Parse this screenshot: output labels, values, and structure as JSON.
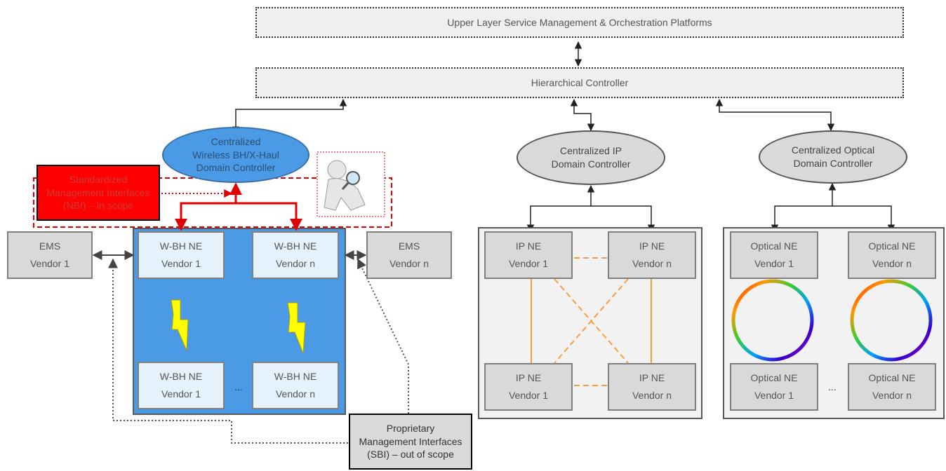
{
  "top": {
    "upper_layer": "Upper Layer Service Management & Orchestration Platforms",
    "hierarchical": "Hierarchical Controller"
  },
  "controllers": {
    "wireless": [
      "Centralized",
      "Wireless BH/X-Haul",
      "Domain Controller"
    ],
    "ip": [
      "Centralized IP",
      "Domain Controller"
    ],
    "optical": [
      "Centralized Optical",
      "Domain Controller"
    ]
  },
  "standardized": [
    "Standardized",
    "Management Interfaces",
    "(NBI) – in scope"
  ],
  "proprietary": [
    "Proprietary",
    "Management Interfaces",
    "(SBI) – out of scope"
  ],
  "ems": {
    "left": [
      "EMS",
      "Vendor 1"
    ],
    "right": [
      "EMS",
      "Vendor n"
    ]
  },
  "wbh": {
    "ne_label": "W-BH NE",
    "vendor1": "Vendor 1",
    "vendorn": "Vendor n"
  },
  "ip": {
    "ne_label": "IP NE",
    "vendor1": "Vendor 1",
    "vendorn": "Vendor n"
  },
  "optical": {
    "ne_label": "Optical NE",
    "vendor1": "Vendor 1",
    "vendorn": "Vendor n"
  },
  "ellipsis": "...",
  "colors": {
    "wireless_blue": "#4a9ae6",
    "standardized_red": "#ff0000",
    "ip_link_orange": "#f5a03c",
    "lightning_yellow": "#ffff00"
  }
}
